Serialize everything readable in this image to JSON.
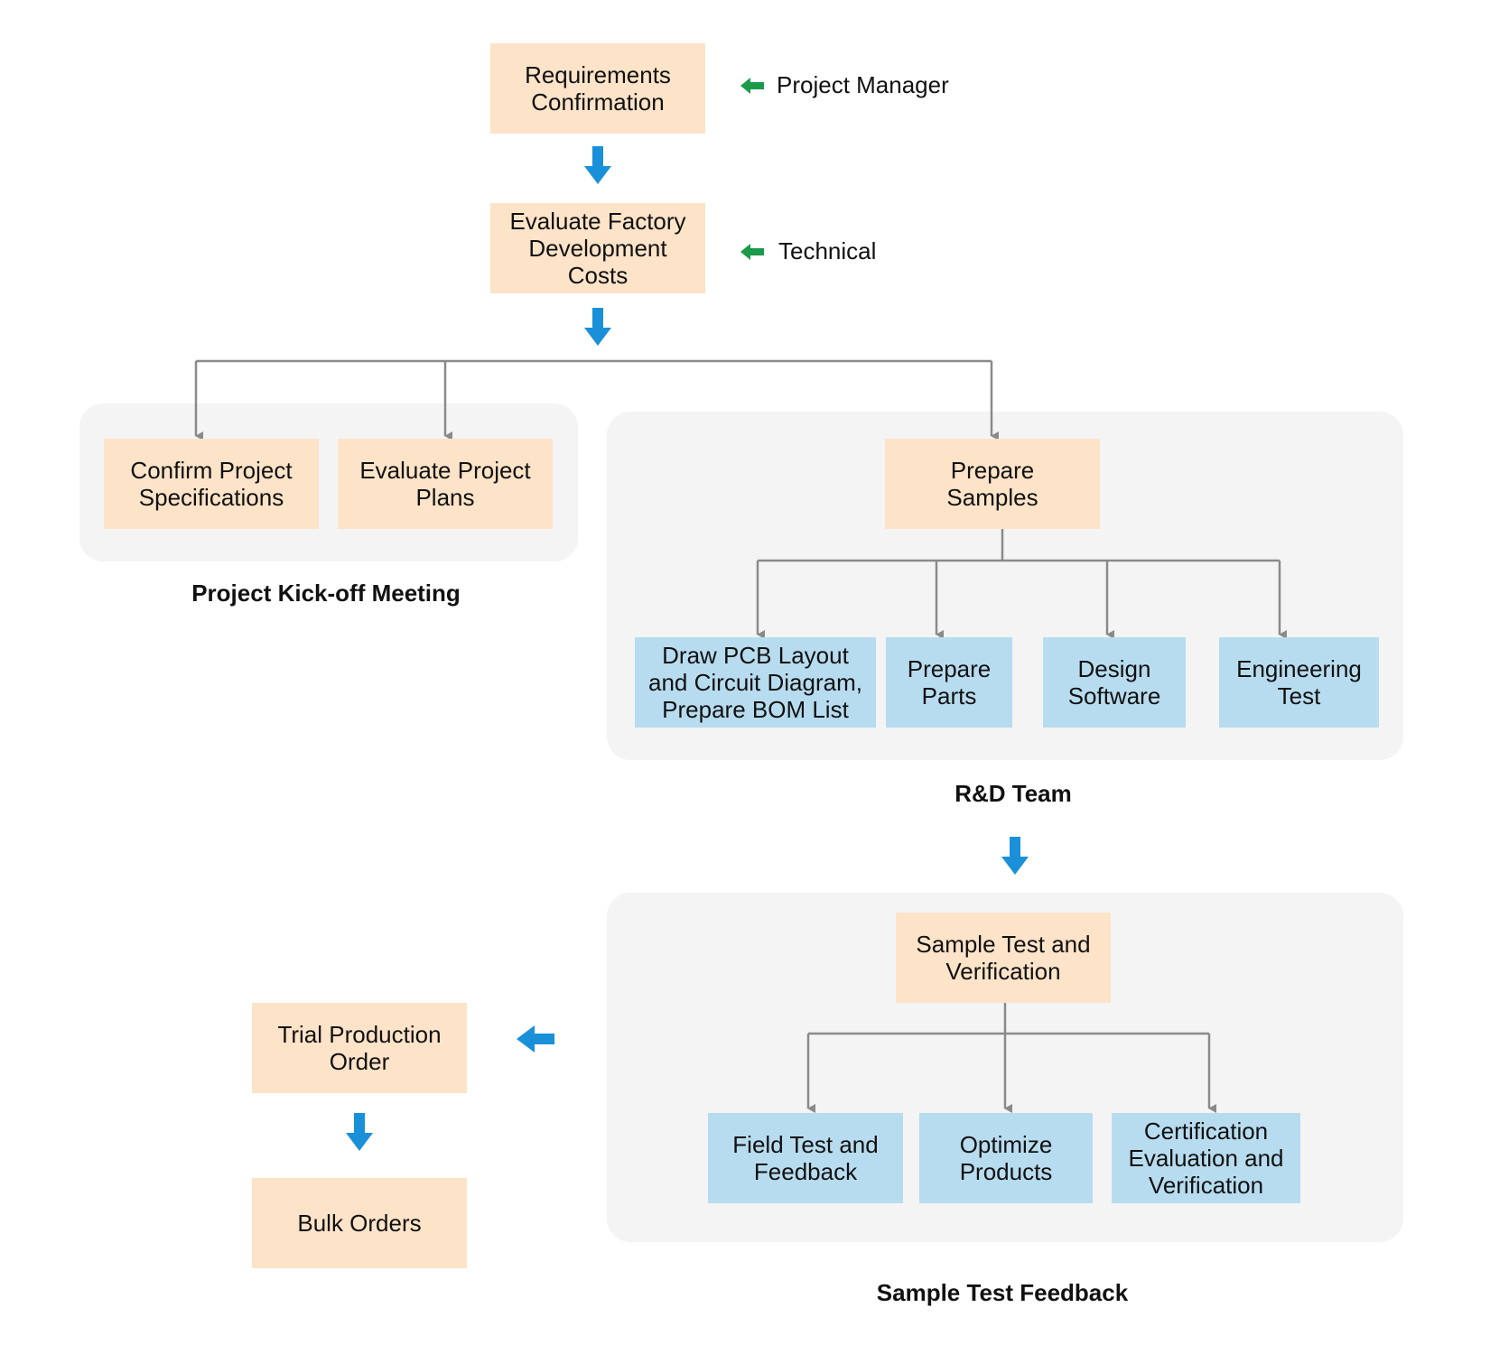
{
  "colors": {
    "orange_box": "#fde3c8",
    "blue_box": "#b7dcef",
    "group_bg": "#f4f4f4",
    "flow_arrow": "#1a90d9",
    "role_arrow": "#1a9a4a",
    "connector": "#8a8a8a"
  },
  "steps": {
    "requirements": "Requirements\nConfirmation",
    "evaluate_costs": "Evaluate Factory\nDevelopment\nCosts",
    "confirm_specs": "Confirm Project\nSpecifications",
    "evaluate_plans": "Evaluate Project\nPlans",
    "prepare_samples": "Prepare\nSamples",
    "draw_pcb": "Draw PCB Layout\nand Circuit Diagram,\nPrepare BOM List",
    "prepare_parts": "Prepare\nParts",
    "design_software": "Design\nSoftware",
    "engineering_test": "Engineering\nTest",
    "sample_test": "Sample Test and\nVerification",
    "field_test": "Field Test and\nFeedback",
    "optimize": "Optimize\nProducts",
    "certification": "Certification\nEvaluation and\nVerification",
    "trial_order": "Trial Production\nOrder",
    "bulk_orders": "Bulk Orders"
  },
  "roles": {
    "project_manager": "Project Manager",
    "technical": "Technical"
  },
  "groups": {
    "kickoff": "Project Kick-off Meeting",
    "rnd": "R&D Team",
    "sample_feedback": "Sample Test Feedback"
  }
}
